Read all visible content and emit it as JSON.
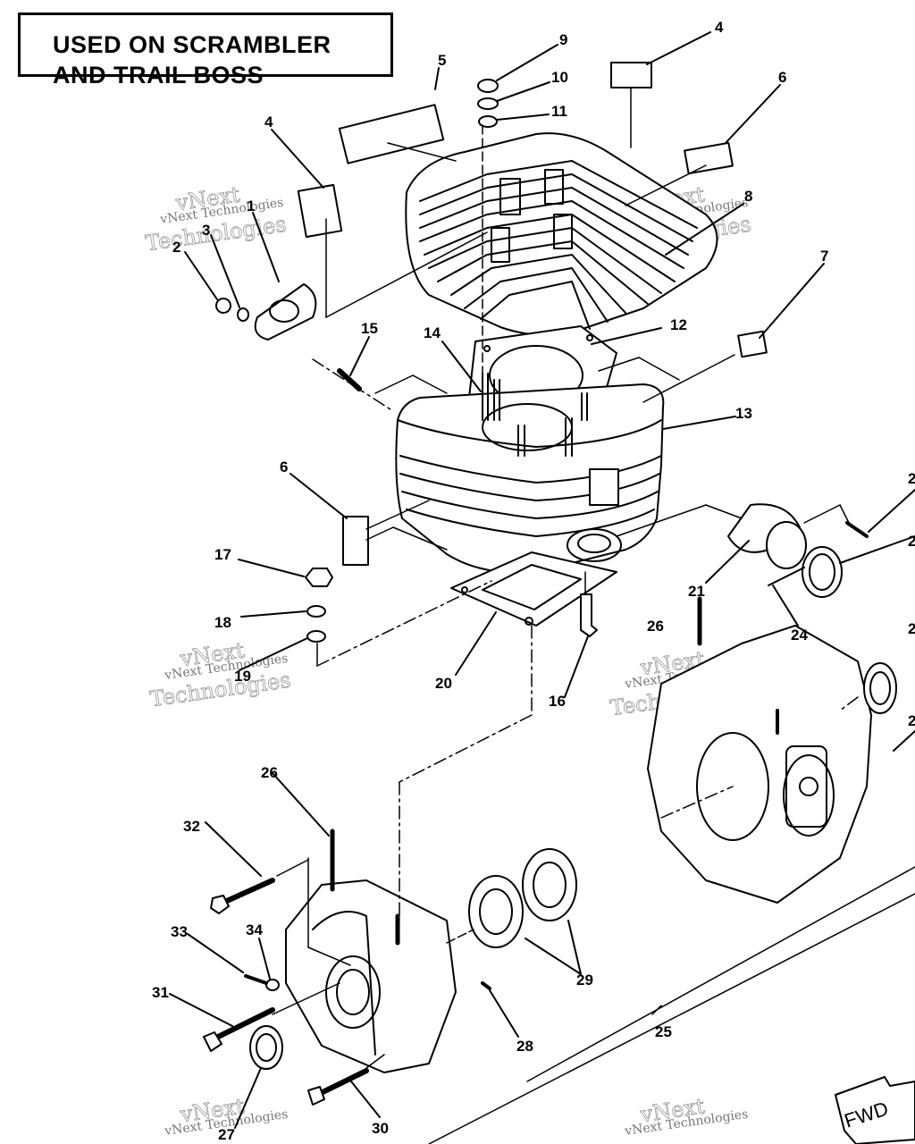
{
  "header": {
    "line1": "USED ON SCRAMBLER",
    "line2": "AND TRAIL BOSS"
  },
  "callouts": {
    "c1": "1",
    "c2": "2",
    "c3": "3",
    "c4a": "4",
    "c4b": "4",
    "c5": "5",
    "c6a": "6",
    "c6b": "6",
    "c7": "7",
    "c8": "8",
    "c9": "9",
    "c10": "10",
    "c11": "11",
    "c12": "12",
    "c13": "13",
    "c14": "14",
    "c15": "15",
    "c16": "16",
    "c17": "17",
    "c18": "18",
    "c19": "19",
    "c20": "20",
    "c21": "21",
    "c22": "2",
    "c23": "2",
    "c24": "24",
    "c25": "25",
    "c26a": "26",
    "c26b": "26",
    "c27": "27",
    "c28": "28",
    "c29": "29",
    "c30": "30",
    "c31": "31",
    "c32": "32",
    "c33": "33",
    "c34": "34",
    "c35": "2",
    "c36": "2"
  },
  "watermark": {
    "brand": "vNext Technologies",
    "word": "Technologies",
    "word2": "vNext"
  },
  "fwd_label": "FWD",
  "colors": {
    "ink": "#000000",
    "paper": "#ffffff",
    "watermark": "#999999"
  }
}
